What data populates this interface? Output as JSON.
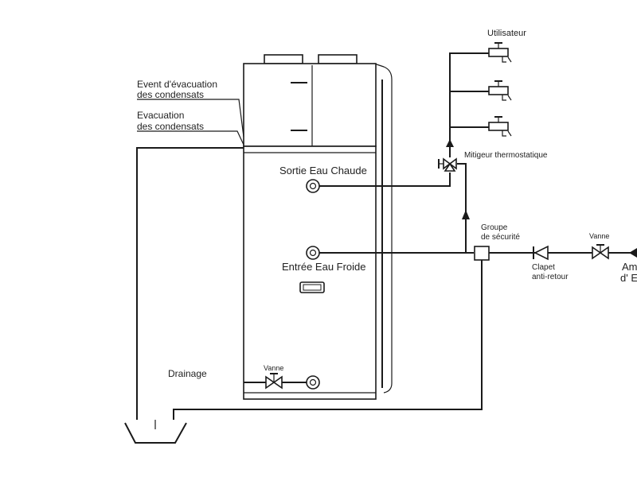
{
  "labels": {
    "event_line1": "Event d'évacuation",
    "event_line2": "des condensats",
    "evac_line1": "Evacuation",
    "evac_line2": "des condensats",
    "hot_out": "Sortie Eau Chaude",
    "cold_in": "Entrée Eau Froide",
    "drain": "Drainage",
    "drain_valve": "Vanne",
    "user": "Utilisateur",
    "mixer": "Mitigeur thermostatique",
    "safety_line1": "Groupe",
    "safety_line2": "de sécurité",
    "check_line1": "Clapet",
    "check_line2": "anti-retour",
    "inlet_valve": "Vanne",
    "supply_line1": "Am",
    "supply_line2": "d' E"
  }
}
